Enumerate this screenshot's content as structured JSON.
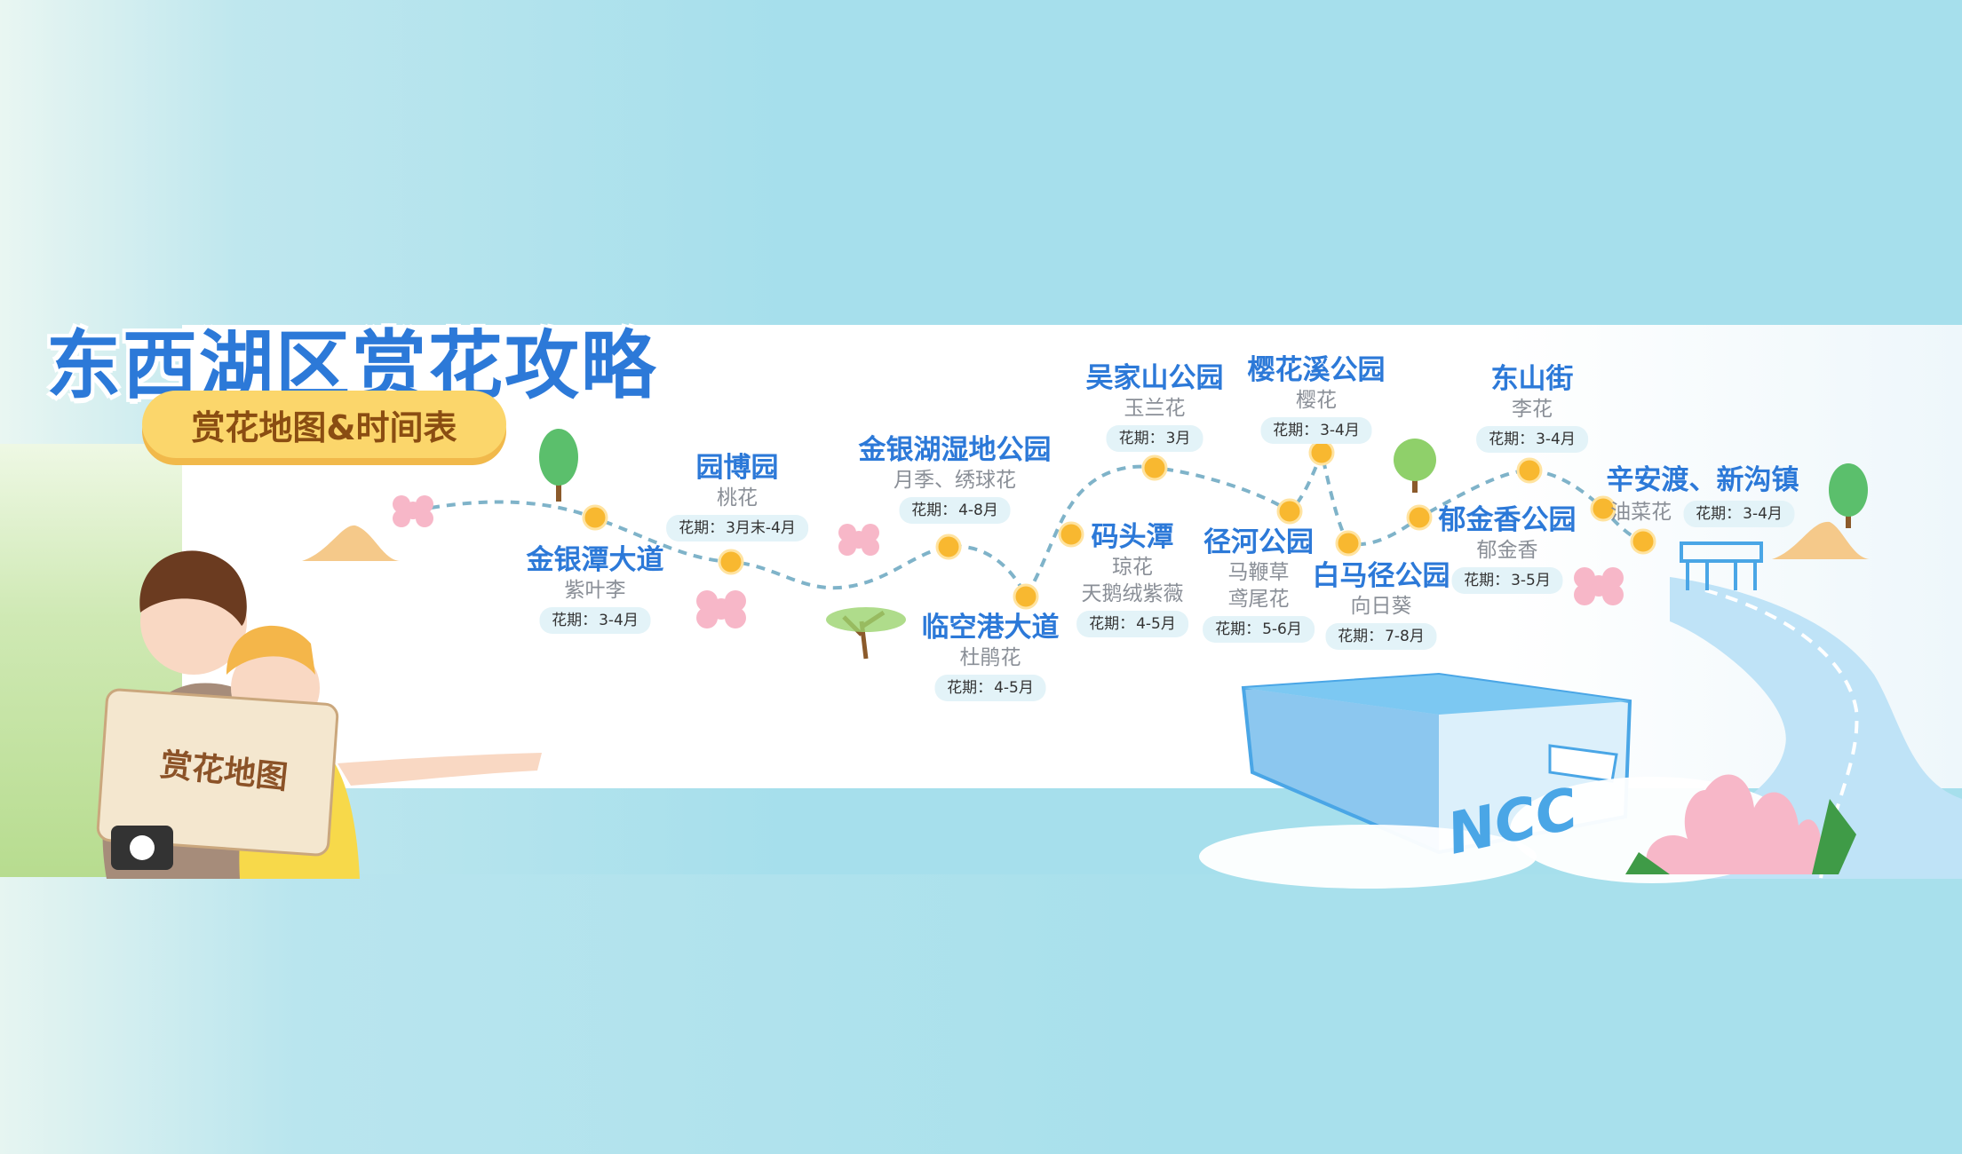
{
  "title": "东西湖区赏花攻略",
  "subtitle": "赏花地图&时间表",
  "map_card": "赏花地图",
  "landmark": "NCC",
  "season_prefix": "花期：",
  "stops": [
    {
      "name": "金银潭大道",
      "flower": "紫叶李",
      "season": "3-4月"
    },
    {
      "name": "园博园",
      "flower": "桃花",
      "season": "3月末-4月"
    },
    {
      "name": "金银湖湿地公园",
      "flower": "月季、绣球花",
      "season": "4-8月"
    },
    {
      "name": "临空港大道",
      "flower": "杜鹃花",
      "season": "4-5月"
    },
    {
      "name": "码头潭",
      "flower": "琼花\n天鹅绒紫薇",
      "season": "4-5月"
    },
    {
      "name": "吴家山公园",
      "flower": "玉兰花",
      "season": "3月"
    },
    {
      "name": "径河公园",
      "flower": "马鞭草\n鸢尾花",
      "season": "5-6月"
    },
    {
      "name": "樱花溪公园",
      "flower": "樱花",
      "season": "3-4月"
    },
    {
      "name": "白马径公园",
      "flower": "向日葵",
      "season": "7-8月"
    },
    {
      "name": "郁金香公园",
      "flower": "郁金香",
      "season": "3-5月"
    },
    {
      "name": "东山街",
      "flower": "李花",
      "season": "3-4月"
    },
    {
      "name": "辛安渡、新沟镇",
      "flower": "油菜花",
      "season": "3-4月"
    }
  ],
  "colors": {
    "accent": "#2c79d8",
    "route": "#7fb3c9",
    "stop_dot": "#f8b830",
    "pill": "#fbd66b"
  }
}
